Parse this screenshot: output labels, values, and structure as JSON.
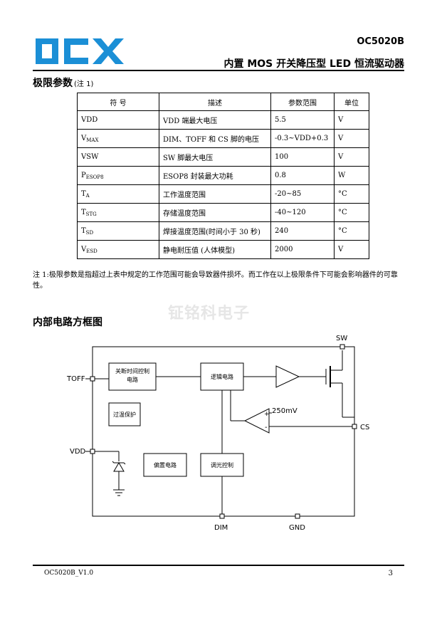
{
  "header": {
    "logo_text": "OCX",
    "part_number": "OC5020B",
    "subtitle": "内置 MOS 开关降压型 LED 恒流驱动器",
    "logo_color": "#1b8fd6"
  },
  "limits_section": {
    "title": "极限参数",
    "note_ref": "(注 1)",
    "table": {
      "headers": [
        "符  号",
        "描述",
        "参数范围",
        "单位"
      ],
      "rows": [
        {
          "symbol": "VDD",
          "sub": "",
          "desc": "VDD 端最大电压",
          "range": "5.5",
          "unit": "V"
        },
        {
          "symbol": "V",
          "sub": "MAX",
          "desc": "DIM、TOFF 和 CS 脚的电压",
          "range": "-0.3~VDD+0.3",
          "unit": "V"
        },
        {
          "symbol": "VSW",
          "sub": "",
          "desc": "SW 脚最大电压",
          "range": "100",
          "unit": "V"
        },
        {
          "symbol": "P",
          "sub": "ESOP8",
          "desc": "ESOP8 封装最大功耗",
          "range": "0.8",
          "unit": "W"
        },
        {
          "symbol": "T",
          "sub": "A",
          "desc": "工作温度范围",
          "range": "-20~85",
          "unit": "°C"
        },
        {
          "symbol": "T",
          "sub": "STG",
          "desc": "存储温度范围",
          "range": "-40~120",
          "unit": "°C"
        },
        {
          "symbol": "T",
          "sub": "SD",
          "desc": "焊接温度范围(时间小于 30 秒)",
          "range": "240",
          "unit": "°C"
        },
        {
          "symbol": "V",
          "sub": "ESD",
          "desc": "静电耐压值 (人体模型)",
          "range": "2000",
          "unit": "V"
        }
      ]
    },
    "note": "注 1:极限参数是指超过上表中规定的工作范围可能会导致器件损坏。而工作在以上极限条件下可能会影响器件的可靠性。"
  },
  "watermark": "钲铭科电子",
  "block_section": {
    "title": "内部电路方框图",
    "pins": {
      "sw": "SW",
      "toff": "TOFF",
      "vdd": "VDD",
      "cs": "CS",
      "dim": "DIM",
      "gnd": "GND"
    },
    "blocks": {
      "timer_line1": "关断时间控制",
      "timer_line2": "电路",
      "logic": "逻辑电路",
      "otp": "过温保护",
      "bias": "偏置电路",
      "dimming": "调光控制"
    },
    "reference": "250mV",
    "plus": "+",
    "minus": "-"
  },
  "footer": {
    "doc": "OC5020B_V1.0",
    "page": "3"
  }
}
